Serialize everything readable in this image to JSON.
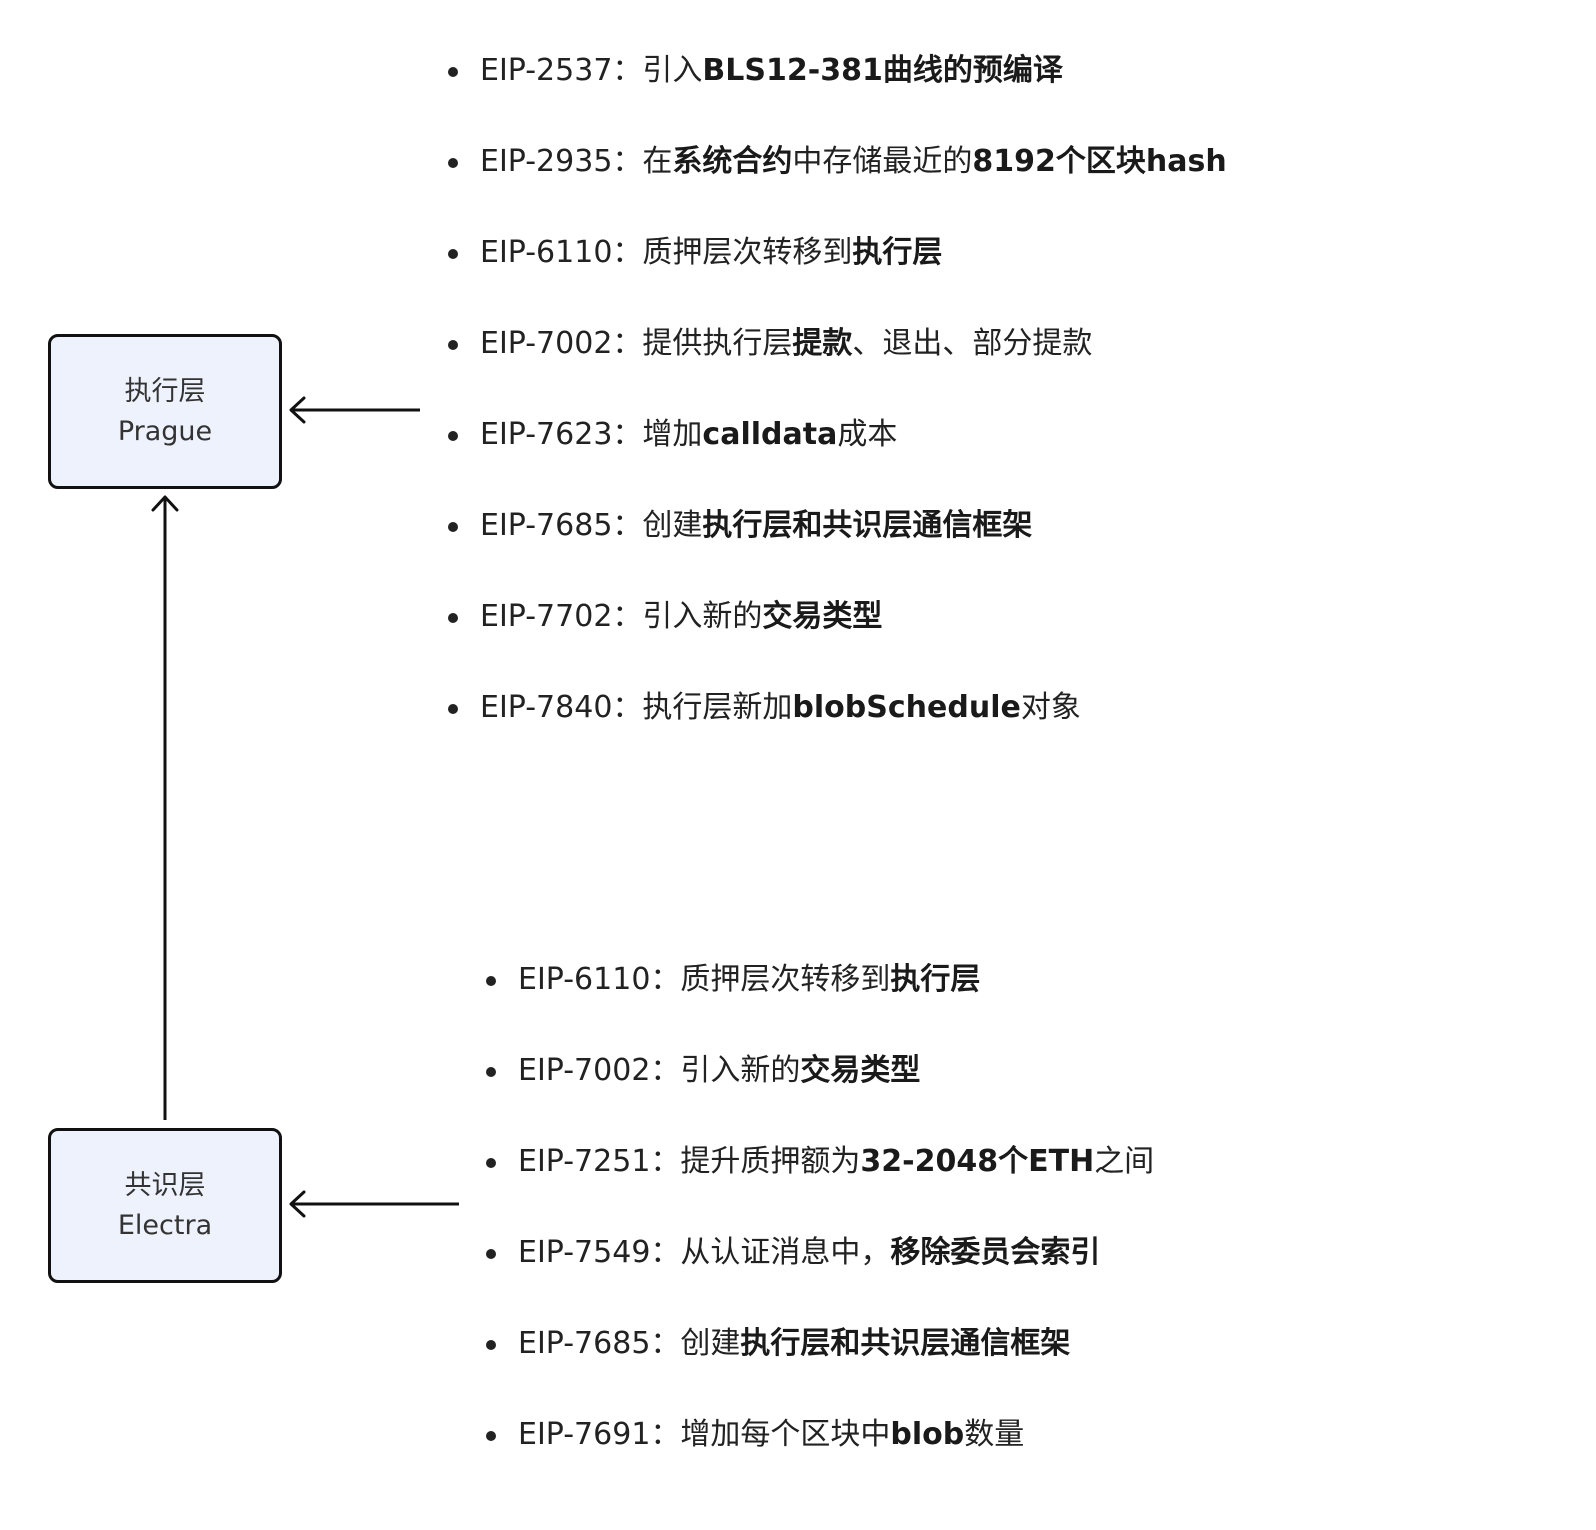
{
  "colors": {
    "node_fill": "#edf2fc",
    "node_border": "#111111",
    "arrow": "#111111",
    "text": "#222222"
  },
  "nodes": {
    "execution": {
      "line1": "执行层",
      "line2": "Prague"
    },
    "consensus": {
      "line1": "共识层",
      "line2": "Electra"
    }
  },
  "edges": [
    {
      "from": "execution-eip-list",
      "to": "execution-node"
    },
    {
      "from": "consensus-eip-list",
      "to": "consensus-node"
    },
    {
      "from": "consensus-node",
      "to": "execution-node"
    }
  ],
  "execution_eips": [
    {
      "id": "EIP-2537",
      "parts": [
        {
          "t": "引入"
        },
        {
          "t": "BLS12-381曲线的预编译",
          "b": true
        }
      ]
    },
    {
      "id": "EIP-2935",
      "parts": [
        {
          "t": "在"
        },
        {
          "t": "系统合约",
          "b": true
        },
        {
          "t": "中存储最近的"
        },
        {
          "t": "8192个区块hash",
          "b": true
        }
      ]
    },
    {
      "id": "EIP-6110",
      "parts": [
        {
          "t": "质押层次转移到"
        },
        {
          "t": "执行层",
          "b": true
        }
      ]
    },
    {
      "id": "EIP-7002",
      "parts": [
        {
          "t": "提供执行层"
        },
        {
          "t": "提款",
          "b": true
        },
        {
          "t": "、退出、部分提款"
        }
      ]
    },
    {
      "id": "EIP-7623",
      "parts": [
        {
          "t": "增加"
        },
        {
          "t": "calldata",
          "b": true
        },
        {
          "t": "成本"
        }
      ]
    },
    {
      "id": "EIP-7685",
      "parts": [
        {
          "t": "创建"
        },
        {
          "t": "执行层和共识层通信框架",
          "b": true
        }
      ]
    },
    {
      "id": "EIP-7702",
      "parts": [
        {
          "t": "引入新的"
        },
        {
          "t": "交易类型",
          "b": true
        }
      ]
    },
    {
      "id": "EIP-7840",
      "parts": [
        {
          "t": "执行层新加"
        },
        {
          "t": "blobSchedule",
          "b": true
        },
        {
          "t": "对象"
        }
      ]
    }
  ],
  "consensus_eips": [
    {
      "id": "EIP-6110",
      "parts": [
        {
          "t": "质押层次转移到"
        },
        {
          "t": "执行层",
          "b": true
        }
      ]
    },
    {
      "id": "EIP-7002",
      "parts": [
        {
          "t": "引入新的"
        },
        {
          "t": "交易类型",
          "b": true
        }
      ]
    },
    {
      "id": "EIP-7251",
      "parts": [
        {
          "t": "提升质押额为"
        },
        {
          "t": "32-2048个ETH",
          "b": true
        },
        {
          "t": "之间"
        }
      ]
    },
    {
      "id": "EIP-7549",
      "parts": [
        {
          "t": "从认证消息中，"
        },
        {
          "t": "移除委员会索引",
          "b": true
        }
      ]
    },
    {
      "id": "EIP-7685",
      "parts": [
        {
          "t": "创建"
        },
        {
          "t": "执行层和共识层通信框架",
          "b": true
        }
      ]
    },
    {
      "id": "EIP-7691",
      "parts": [
        {
          "t": "增加每个区块中"
        },
        {
          "t": "blob",
          "b": true
        },
        {
          "t": "数量"
        }
      ]
    }
  ]
}
